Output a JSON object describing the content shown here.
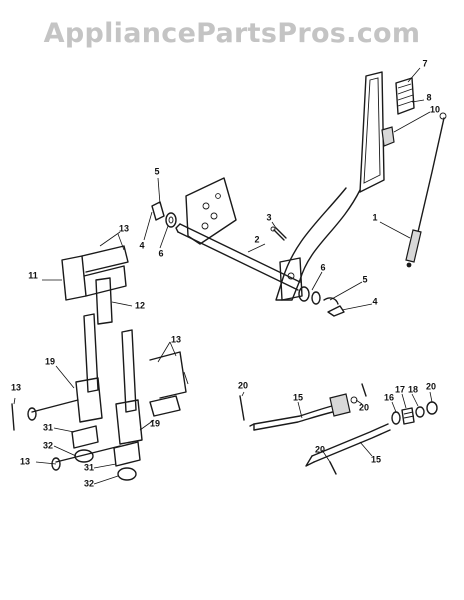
{
  "header": {
    "fragment": "",
    "watermark": "AppliancePartsPros.com"
  },
  "callouts": [
    {
      "id": "c7",
      "label": "7"
    },
    {
      "id": "c8",
      "label": "8"
    },
    {
      "id": "c10",
      "label": "10"
    },
    {
      "id": "c5a",
      "label": "5"
    },
    {
      "id": "c4a",
      "label": "4"
    },
    {
      "id": "c6a",
      "label": "6"
    },
    {
      "id": "c3",
      "label": "3"
    },
    {
      "id": "c2",
      "label": "2"
    },
    {
      "id": "c1",
      "label": "1"
    },
    {
      "id": "c13a",
      "label": "13"
    },
    {
      "id": "c11",
      "label": "11"
    },
    {
      "id": "c12",
      "label": "12"
    },
    {
      "id": "c6b",
      "label": "6"
    },
    {
      "id": "c5b",
      "label": "5"
    },
    {
      "id": "c4b",
      "label": "4"
    },
    {
      "id": "c13b",
      "label": "13"
    },
    {
      "id": "c19a",
      "label": "19"
    },
    {
      "id": "c13c",
      "label": "13"
    },
    {
      "id": "c31a",
      "label": "31"
    },
    {
      "id": "c32a",
      "label": "32"
    },
    {
      "id": "c19b",
      "label": "19"
    },
    {
      "id": "c13d",
      "label": "13"
    },
    {
      "id": "c31b",
      "label": "31"
    },
    {
      "id": "c32b",
      "label": "32"
    },
    {
      "id": "c20a",
      "label": "20"
    },
    {
      "id": "c15a",
      "label": "15"
    },
    {
      "id": "c20b",
      "label": "20"
    },
    {
      "id": "c16",
      "label": "16"
    },
    {
      "id": "c17",
      "label": "17"
    },
    {
      "id": "c18",
      "label": "18"
    },
    {
      "id": "c20c",
      "label": "20"
    },
    {
      "id": "c20d",
      "label": "20"
    },
    {
      "id": "c15b",
      "label": "15"
    }
  ]
}
